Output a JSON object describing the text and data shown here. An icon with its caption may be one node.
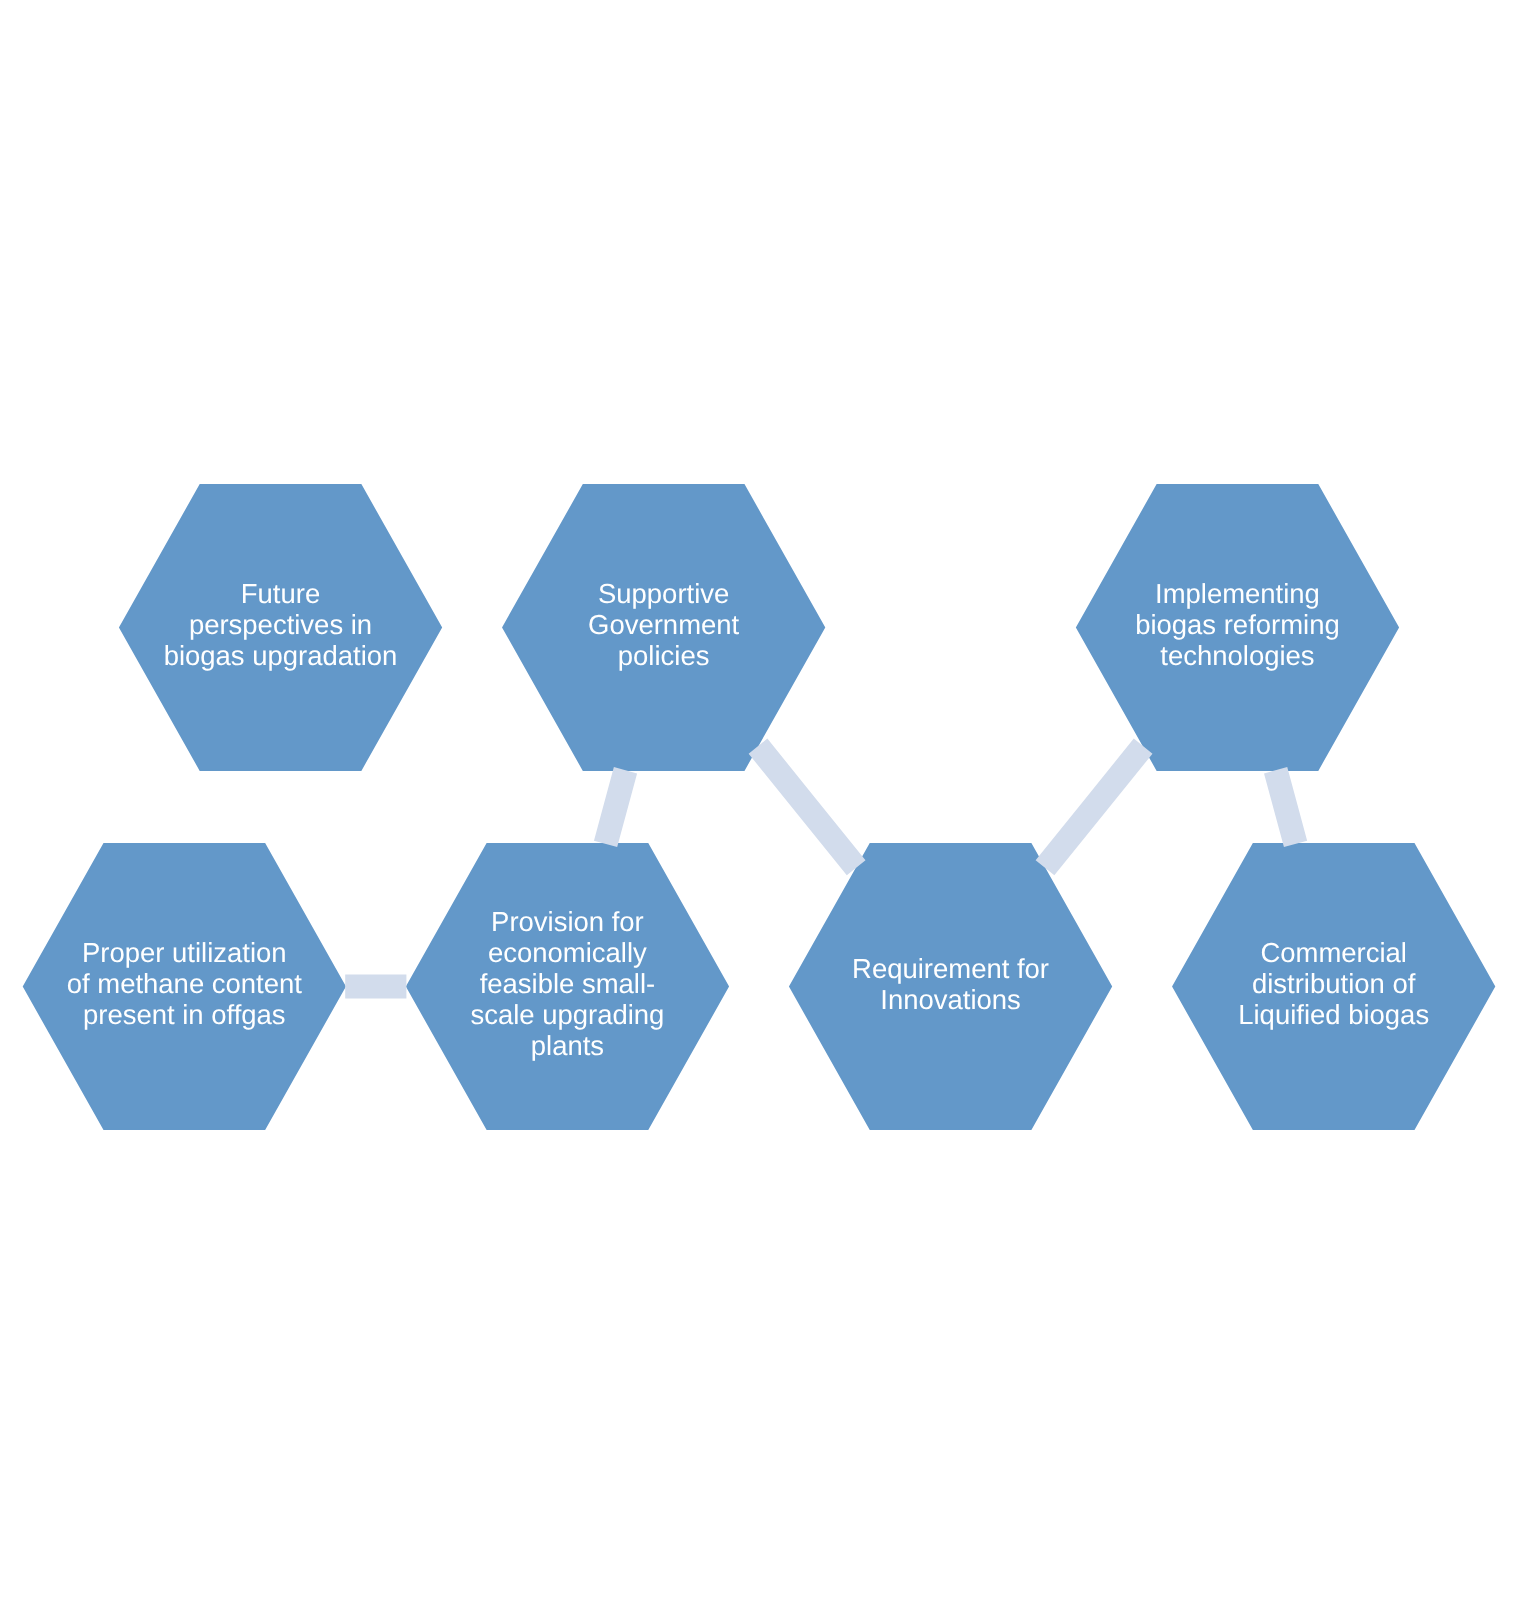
{
  "diagram": {
    "nodes": [
      {
        "text": [
          "Future perspectives in biogas upgradation"
        ]
      },
      {
        "text": [
          "Proper utilization of methane content present in offgas"
        ]
      },
      {
        "text": [
          "Provision for economically feasible small-scale upgrading plants"
        ]
      },
      {
        "text": [
          "Supportive Government policies"
        ]
      },
      {
        "text": [
          "Requirement for Innovations"
        ]
      },
      {
        "text": [
          "Implementing biogas reforming technologies"
        ]
      },
      {
        "text": [
          "Commercial distribution of Liquified biogas"
        ]
      }
    ],
    "edges": [
      {
        "from": 1,
        "to": 2,
        "arrow": "none"
      },
      {
        "from": 2,
        "to": 3,
        "arrow": "none"
      },
      {
        "from": 3,
        "to": 4,
        "arrow": "none"
      },
      {
        "from": 4,
        "to": 5,
        "arrow": "none"
      },
      {
        "from": 5,
        "to": 6,
        "arrow": "none"
      }
    ]
  }
}
